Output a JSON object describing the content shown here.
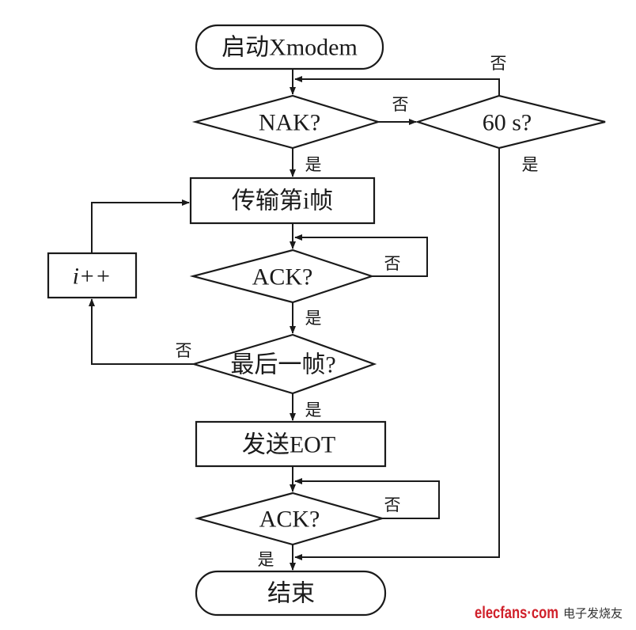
{
  "nodes": {
    "start": "启动Xmodem",
    "nak": "NAK?",
    "timeout": "60 s?",
    "transmit": "传输第i帧",
    "ack1": "ACK?",
    "increment": "i++",
    "last_frame": "最后一帧?",
    "send_eot": "发送EOT",
    "ack2": "ACK?",
    "end": "结束"
  },
  "edge_labels": {
    "yes": "是",
    "no": "否"
  },
  "watermark": {
    "brand": "elecfans·com",
    "tagline": "电子发烧友"
  }
}
